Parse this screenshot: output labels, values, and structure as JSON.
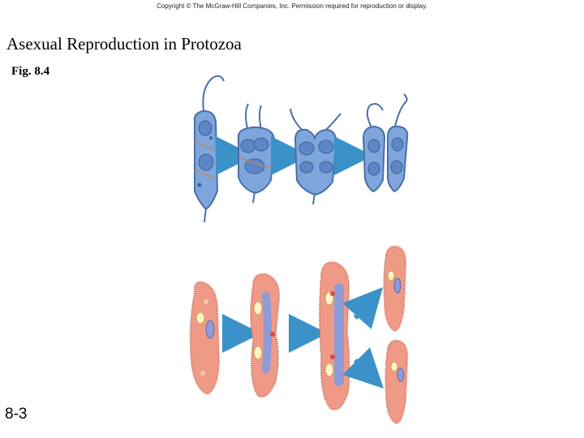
{
  "header": {
    "copyright": "Copyright © The McGraw-Hill Companies, Inc. Permission required for reproduction or display."
  },
  "slide": {
    "title": "Asexual Reproduction in Protozoa",
    "figure_label": "Fig. 8.4",
    "page_number": "8-3"
  },
  "colors": {
    "flagellate_fill": "#7fa6dc",
    "flagellate_stroke": "#4a6fa8",
    "ciliate_fill": "#ef9a86",
    "ciliate_stroke": "#c9624f",
    "macronucleus": "#8f9bd6",
    "arrow": "#3a92c8"
  }
}
